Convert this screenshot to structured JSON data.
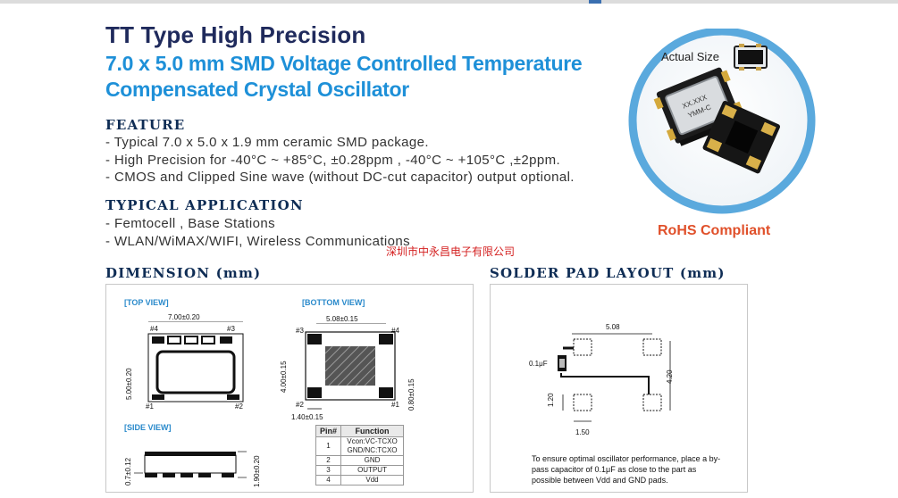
{
  "header": {
    "title": "TT Type High Precision",
    "subtitle_line1": "7.0 x 5.0 mm SMD Voltage Controlled Temperature",
    "subtitle_line2": "Compensated Crystal Oscillator"
  },
  "feature": {
    "heading": "FEATURE",
    "items": [
      "- Typical 7.0 x 5.0 x 1.9 mm ceramic SMD package.",
      "- High Precision for -40°C ~ +85°C, ±0.28ppm , -40°C ~ +105°C ,±2ppm.",
      "- CMOS and Clipped Sine wave (without DC-cut capacitor) output optional."
    ]
  },
  "application": {
    "heading": "TYPICAL APPLICATION",
    "items": [
      "- Femtocell , Base Stations",
      "- WLAN/WiMAX/WIFI, Wireless Communications"
    ]
  },
  "product": {
    "actual_size_label": "Actual Size",
    "chip_marking_line1": "XX.XXX",
    "chip_marking_line2": "YMM-C",
    "rohs": "RoHS Compliant"
  },
  "watermark": "深圳市中永昌电子有限公司",
  "dimension": {
    "heading": "DIMENSION (mm)",
    "top_view_label": "[TOP VIEW]",
    "bottom_view_label": "[BOTTOM VIEW]",
    "side_view_label": "[SIDE VIEW]",
    "top_width": "7.00±0.20",
    "top_height": "5.00±0.20",
    "bottom_pitch": "5.08±0.15",
    "bottom_height": "4.00±0.15",
    "pad_width": "1.40±0.15",
    "pad_height": "0.80±0.15",
    "side_pad": "0.7±0.12",
    "side_height": "1.90±0.20",
    "pin_labels": {
      "p1": "#1",
      "p2": "#2",
      "p3": "#3",
      "p4": "#4"
    }
  },
  "pin_table": {
    "headers": [
      "Pin#",
      "Function"
    ],
    "rows": [
      [
        "1",
        "Vcon:VC-TCXO",
        "GND/NC:TCXO"
      ],
      [
        "2",
        "GND",
        ""
      ],
      [
        "3",
        "OUTPUT",
        ""
      ],
      [
        "4",
        "Vdd",
        ""
      ]
    ]
  },
  "solder": {
    "heading": "SOLDER PAD LAYOUT (mm)",
    "dim_pitch": "5.08",
    "dim_height": "4.20",
    "dim_pad_h": "1.20",
    "dim_pad_w": "1.50",
    "cap_label": "0.1μF",
    "note": "To ensure optimal oscillator performance, place a by-pass capacitor of 0.1μF as close to the part as possible between Vdd and GND pads."
  },
  "colors": {
    "title_dark": "#1f2a5c",
    "title_blue": "#1e90d8",
    "rohs": "#e0502a",
    "watermark": "#d42020",
    "badge_ring": "#5aa9dd"
  }
}
